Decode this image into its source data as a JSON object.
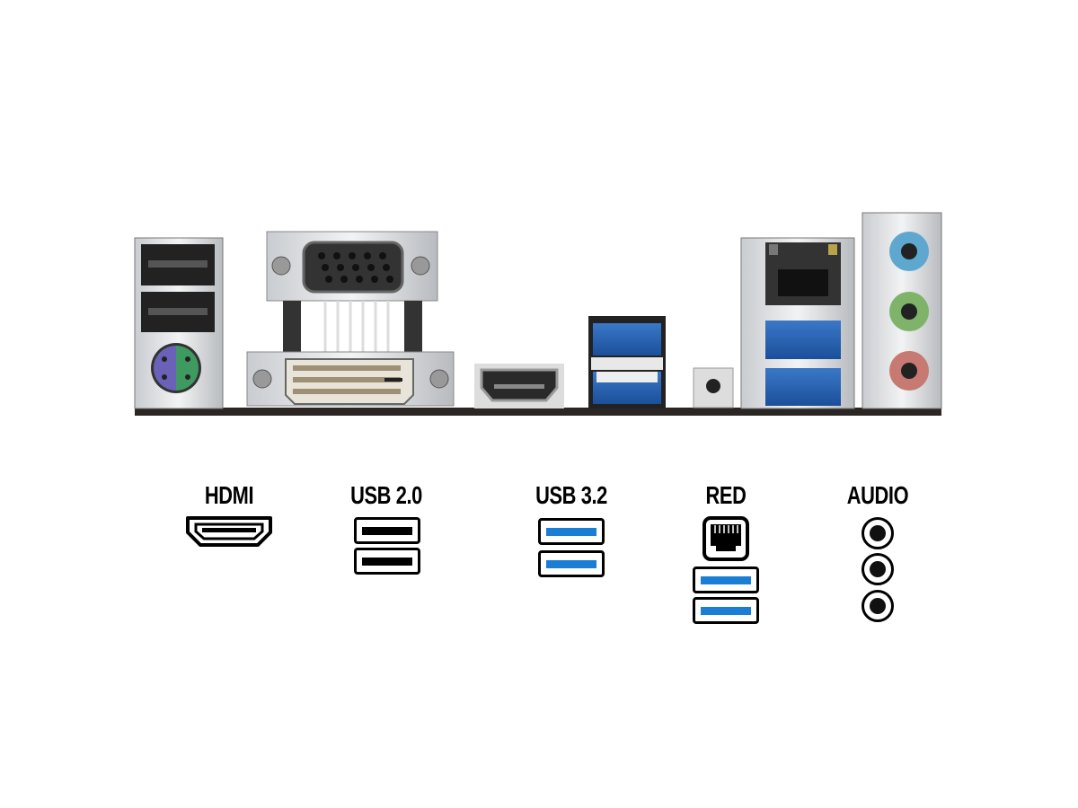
{
  "legend": {
    "hdmi": "HDMI",
    "usb20": "USB 2.0",
    "usb32": "USB 3.2",
    "red": "RED",
    "audio": "AUDIO"
  },
  "colors": {
    "usb3_blue": "#1a7fd4",
    "audio_line_in": "#5ea8d0",
    "audio_line_out": "#7fb36a",
    "audio_mic": "#c77a72",
    "ps2_keyboard": "#6a62b8",
    "ps2_mouse": "#3f9a62"
  }
}
